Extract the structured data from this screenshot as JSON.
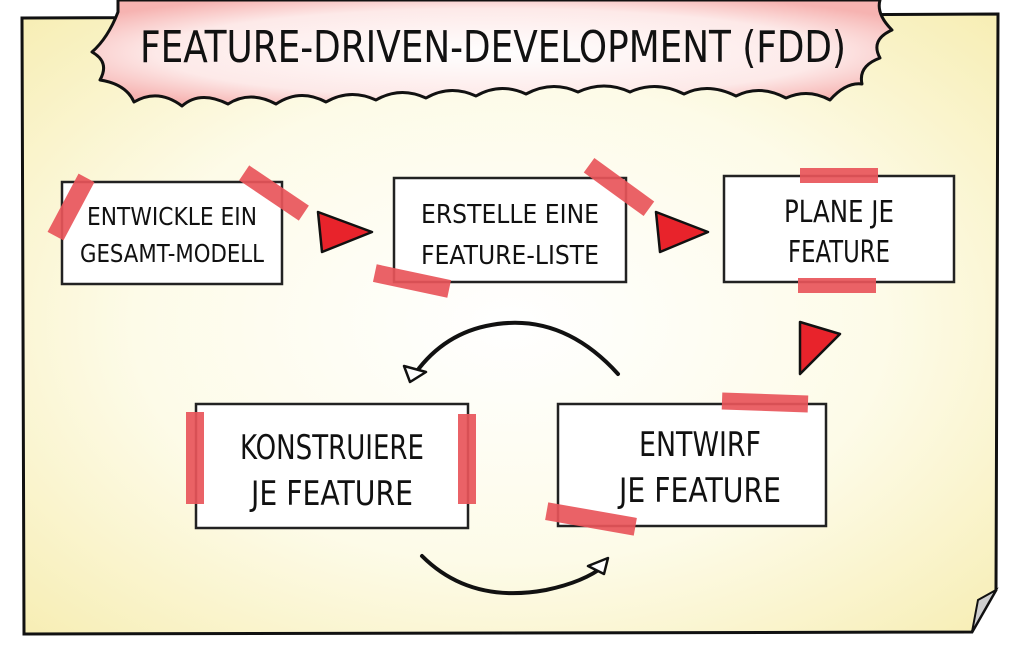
{
  "title": "FEATURE-DRIVEN-DEVELOPMENT (FDD)",
  "steps": [
    {
      "line1": "ENTWICKLE EIN",
      "line2": "GESAMT-MODELL"
    },
    {
      "line1": "ERSTELLE EINE",
      "line2": "FEATURE-LISTE"
    },
    {
      "line1": "PLANE JE",
      "line2": "FEATURE"
    },
    {
      "line1": "ENTWIRF",
      "line2": "JE FEATURE"
    },
    {
      "line1": "KONSTRUIERE",
      "line2": "JE FEATURE"
    }
  ],
  "colors": {
    "paper": "#fbf6d6",
    "paper_edge": "#f3e9a9",
    "tape": "#e8555a",
    "arrow_head": "#e8232b",
    "cloud_fill": "#fde0df",
    "cloud_edge": "#f3a7a5",
    "ink": "#111111"
  }
}
